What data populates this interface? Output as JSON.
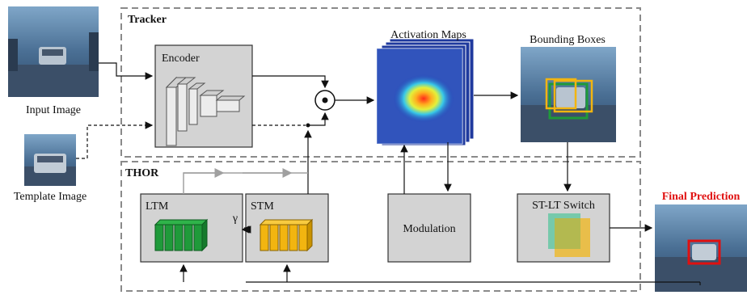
{
  "sections": {
    "tracker": "Tracker",
    "thor": "THOR"
  },
  "labels": {
    "input_image": "Input Image",
    "template_image": "Template Image",
    "encoder": "Encoder",
    "activation_maps": "Activation Maps",
    "bounding_boxes": "Bounding Boxes",
    "ltm": "LTM",
    "stm": "STM",
    "gamma": "γ",
    "modulation": "Modulation",
    "st_lt_switch": "ST-LT Switch",
    "final_prediction": "Final Prediction"
  },
  "colors": {
    "box_fill": "#d3d3d3",
    "ltm_green": "#1f9a3a",
    "stm_yellow": "#f2b510",
    "final_red": "#e01010",
    "dash_gray": "#8a8a8a"
  }
}
